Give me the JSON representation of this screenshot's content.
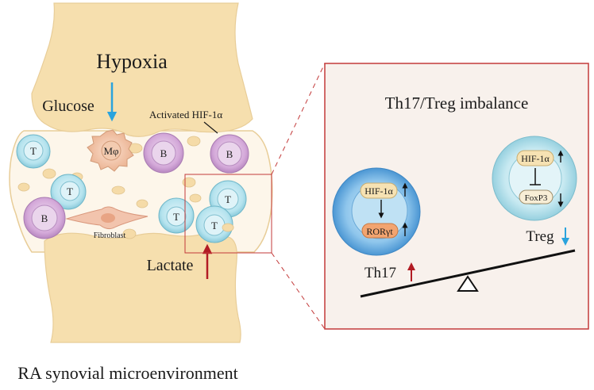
{
  "left": {
    "title": "Hypoxia",
    "glucose": "Glucose",
    "activated": "Activated HIF-1α",
    "lactate": "Lactate",
    "fibroblast": "Fibroblast",
    "caption": "RA synovial microenvironment",
    "cells": {
      "t": "T",
      "b": "B",
      "m": "Mφ"
    }
  },
  "right": {
    "title": "Th17/Treg imbalance",
    "th17": "Th17",
    "treg": "Treg",
    "hif": "HIF-1α",
    "ror": "RORγt",
    "foxp3": "FoxP3"
  },
  "colors": {
    "joint": "#f6dfae",
    "jointStroke": "#e8cd98",
    "tcell": "#a8dbe8",
    "bcell": "#c89ad0",
    "arrowBlue": "#2aa3dd",
    "arrowRed": "#b21c24",
    "boxRed": "#c33a3a",
    "panel": "#f8f1ec"
  }
}
